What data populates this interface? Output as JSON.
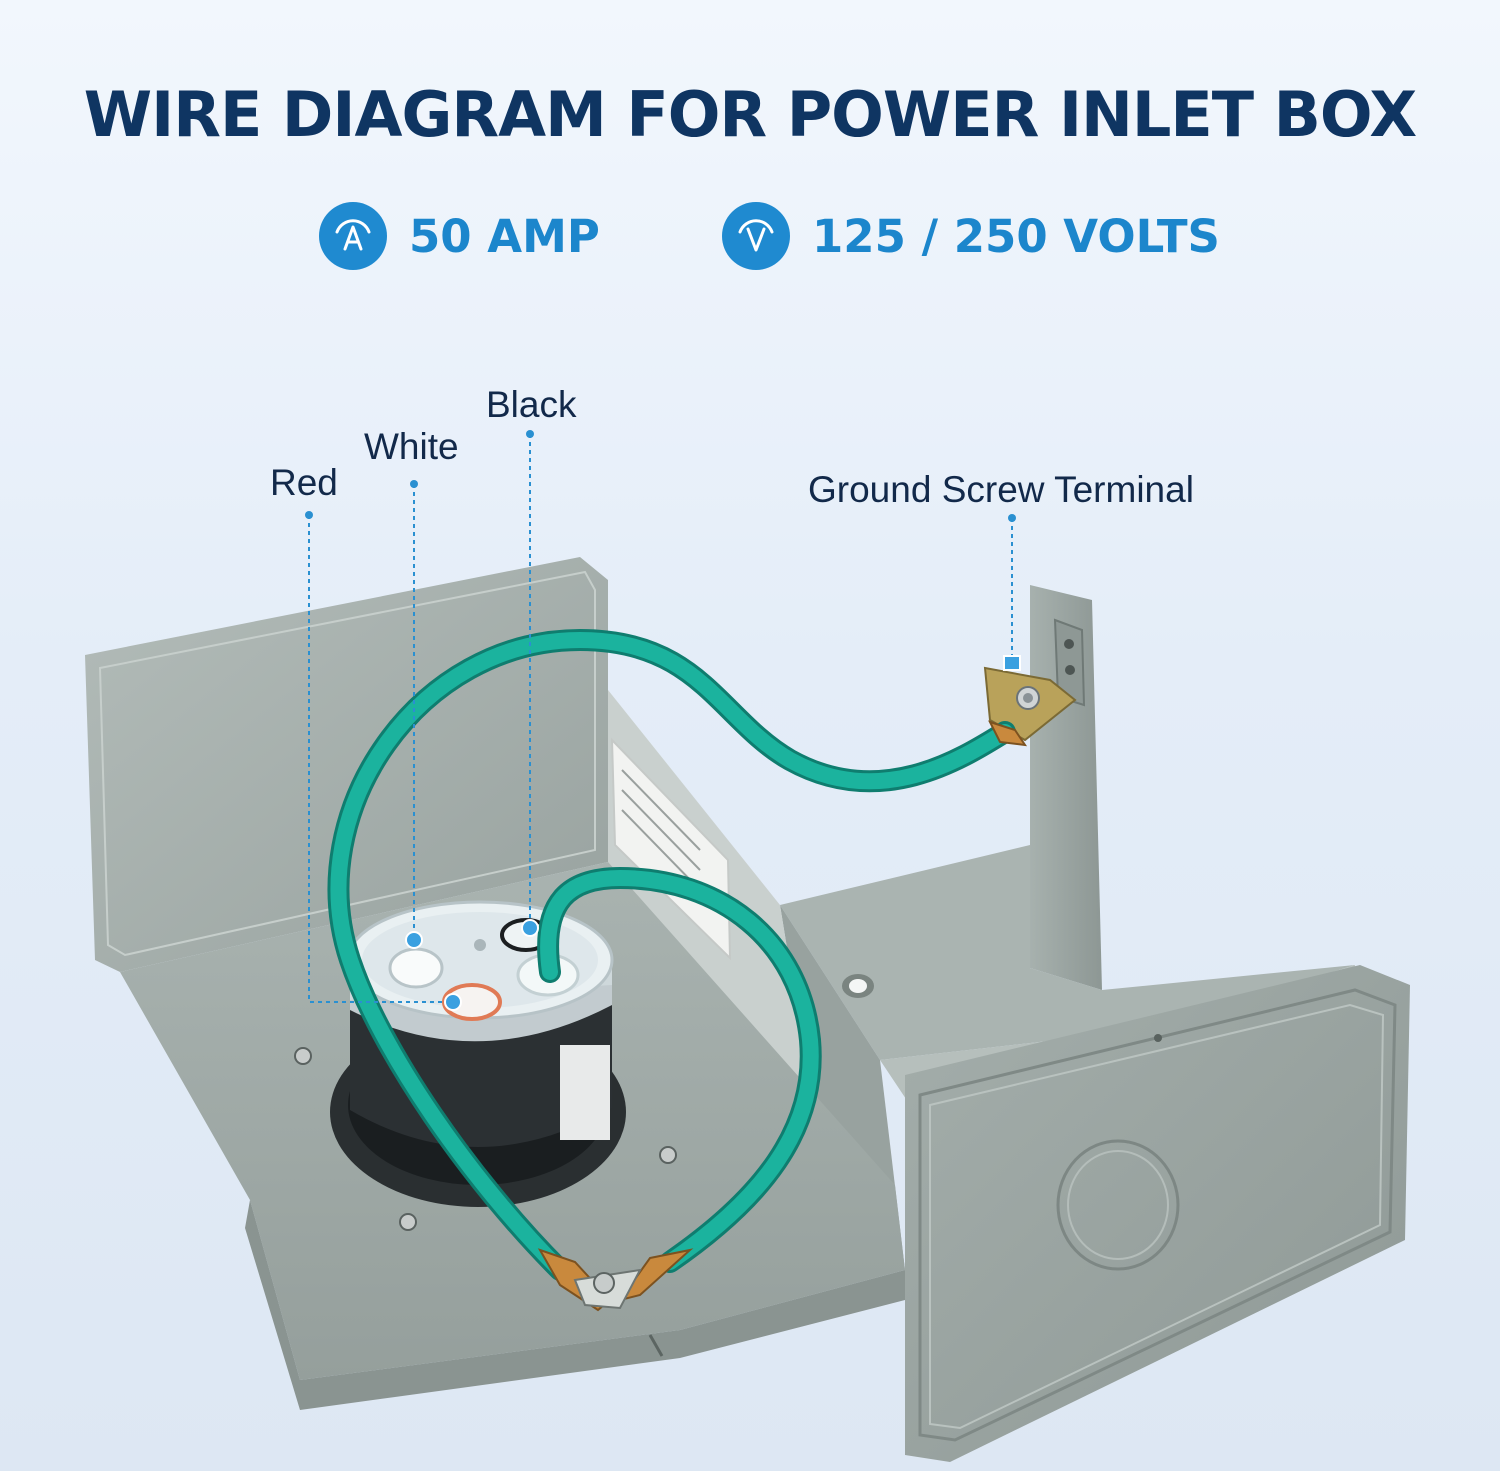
{
  "header": {
    "title": "WIRE DIAGRAM FOR POWER INLET BOX"
  },
  "specs": [
    {
      "icon": "ampere-icon",
      "text": "50 AMP"
    },
    {
      "icon": "voltage-icon",
      "text": "125 / 250 VOLTS"
    }
  ],
  "callouts": {
    "red": "Red",
    "white": "White",
    "black": "Black",
    "ground": "Ground Screw Terminal"
  },
  "colors": {
    "title": "#0f3562",
    "accent": "#1f8ad0",
    "wire": "#1bb39e",
    "box": "#9fa9a6"
  }
}
